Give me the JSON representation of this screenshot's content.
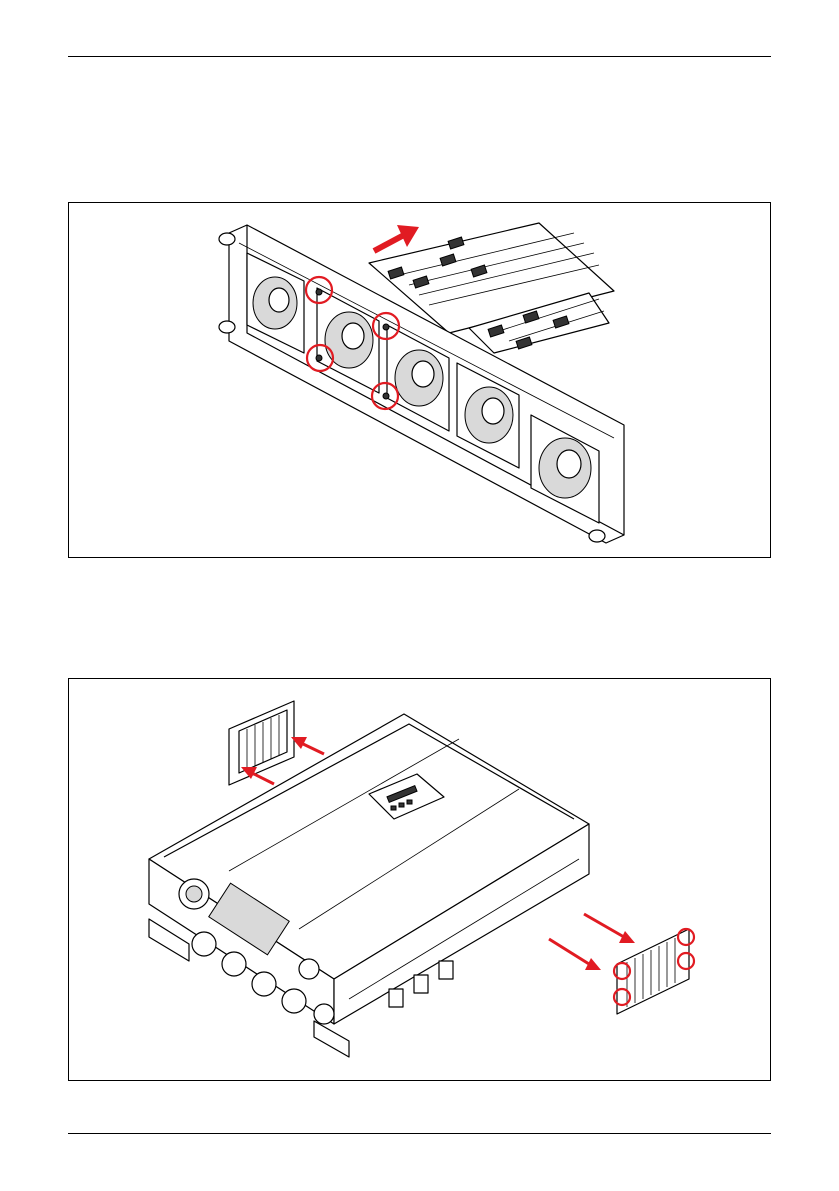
{
  "page": {
    "accent_color": "#e11b22",
    "line_color": "#000000"
  },
  "figures": [
    {
      "id": "fan-bracket",
      "callout_count": 4,
      "arrow_count": 1
    },
    {
      "id": "inverter-vent-covers",
      "callout_count": 4,
      "arrow_count": 4
    }
  ]
}
